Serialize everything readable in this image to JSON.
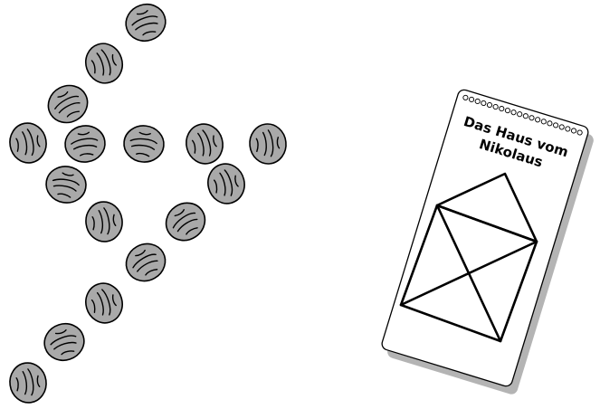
{
  "card": {
    "title_line_1": "Das Haus vom",
    "title_line_2": "Nikolaus"
  },
  "colors": {
    "nut_fill": "#a9a9a9",
    "outline": "#000000",
    "card_shadow": "#b4b4b4",
    "background": "#ffffff"
  },
  "icons": [
    "walnut-icon",
    "spiral-binding-icon",
    "house-of-nikolaus-figure"
  ]
}
